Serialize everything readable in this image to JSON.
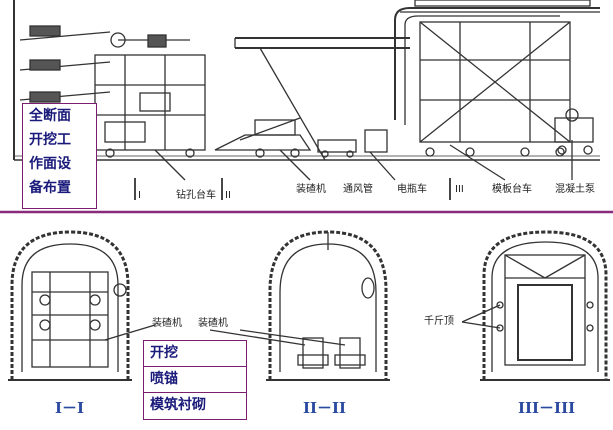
{
  "colors": {
    "divider": "#8a2a7a",
    "label_text": "#1a1a7a",
    "section_text": "#2a4aa0",
    "line": "#333333"
  },
  "top_box": {
    "lines": [
      "全断面",
      "开挖工",
      "作面设",
      "备布置"
    ]
  },
  "top_labels": {
    "i_mark": "I",
    "drill_jumbo": "钻孔台车",
    "ii_mark": "II",
    "loader": "装碴机",
    "vent_pipe": "通风管",
    "battery_car": "电瓶车",
    "iii_mark": "III",
    "formwork_jumbo": "模板台车",
    "concrete_pump": "混凝土泵"
  },
  "bottom_labels": {
    "loader_1": "装碴机",
    "loader_2": "装碴机",
    "jack": "千斤顶"
  },
  "bottom_box": {
    "lines": [
      "开挖",
      "喷锚",
      "模筑衬砌"
    ]
  },
  "sections": {
    "s1": "I－I",
    "s2": "II－II",
    "s3": "III－III"
  }
}
